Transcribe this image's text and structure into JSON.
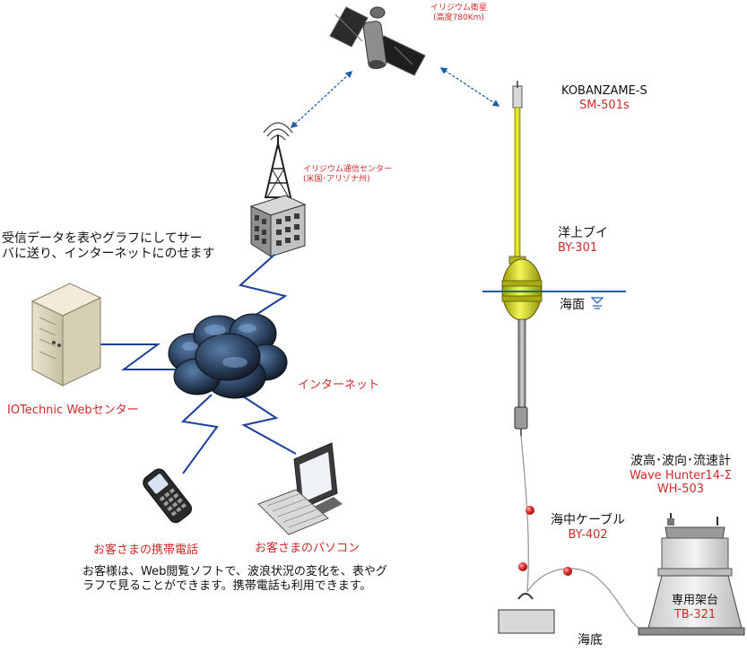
{
  "colors": {
    "accent_red": "#cc2b2b",
    "link_blue": "#1f5fa8",
    "wire_blue": "#1b3f9c",
    "buoy_yellow": "#e3e600",
    "sea_line": "#1f5fa8",
    "cable_gray": "#9a9a9a",
    "float_red": "#e03030"
  },
  "satellite": {
    "line1": "イリジウム衛星",
    "line2": "(高度780Km)"
  },
  "ground_station": {
    "line1": "イリジウム通信センター",
    "line2": "(米国･アリゾナ州)"
  },
  "server_note": {
    "line1": "受信データを表やグラフにしてサー",
    "line2": "バに送り、インターネットにのせます"
  },
  "web_center": {
    "label": "IOTechnic Webセンター"
  },
  "internet": {
    "label": "インターネット"
  },
  "phone": {
    "label": "お客さまの携帯電話"
  },
  "pc": {
    "label": "お客さまのパソコン"
  },
  "customer_note": {
    "line1": "お客様は、Web閲覧ソフトで、波浪状況の変化を、表やグ",
    "line2": "ラフで見ることができます。携帯電話も利用できます。"
  },
  "sensor": {
    "name": "KOBANZAME-S",
    "model": "SM-501s"
  },
  "buoy": {
    "name": "洋上ブイ",
    "model": "BY-301"
  },
  "sea_surface": {
    "label": "海面"
  },
  "cable": {
    "name": "海中ケーブル",
    "model": "BY-402"
  },
  "wave_meter": {
    "line1": "波高･波向･流速計",
    "line2": "Wave Hunter14-Σ",
    "model": "WH-503"
  },
  "mount": {
    "name": "専用架台",
    "model": "TB-321"
  },
  "seabed": {
    "label": "海底"
  }
}
